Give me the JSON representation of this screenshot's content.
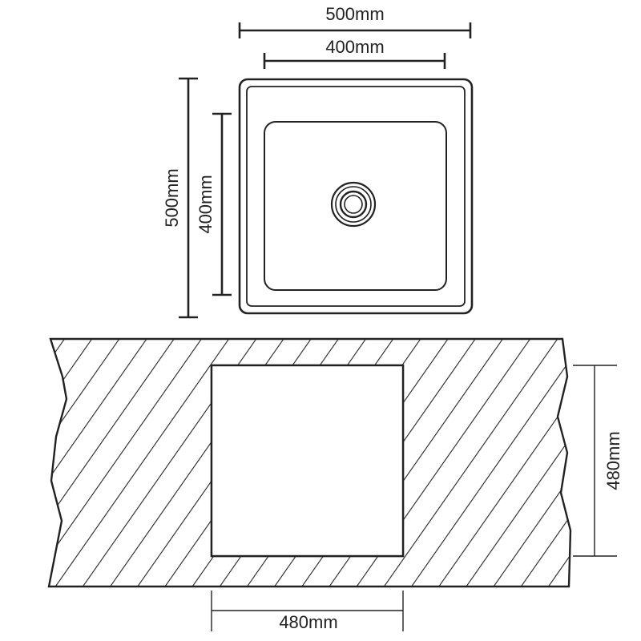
{
  "sink": {
    "outer_width_label": "500mm",
    "inner_width_label": "400mm",
    "outer_height_label": "500mm",
    "inner_height_label": "400mm"
  },
  "cutout": {
    "height_label": "480mm",
    "width_label": "480mm"
  },
  "colors": {
    "line": "#222222",
    "background": "#ffffff"
  }
}
